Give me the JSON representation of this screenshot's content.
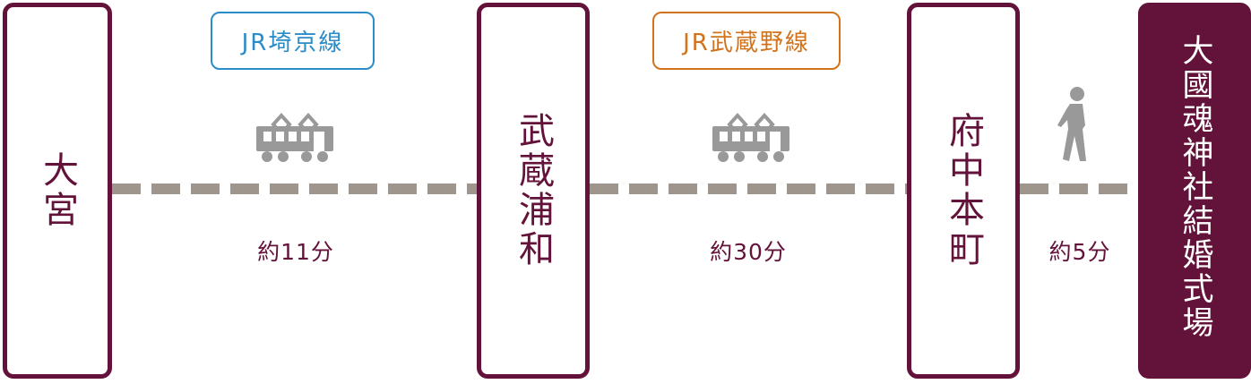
{
  "stations": [
    {
      "name": "大宮"
    },
    {
      "name": "武蔵浦和"
    },
    {
      "name": "府中本町"
    },
    {
      "name": "大國魂神社結婚式場",
      "destination": true
    }
  ],
  "segments": [
    {
      "line": "JR埼京線",
      "line_color": "#2a8cc9",
      "mode_icon": "train-icon",
      "duration": "約11分"
    },
    {
      "line": "JR武蔵野線",
      "line_color": "#d2731c",
      "mode_icon": "train-icon",
      "duration": "約30分"
    },
    {
      "line": "",
      "mode_icon": "walking-person-icon",
      "duration": "約5分"
    }
  ],
  "colors": {
    "station_border": "#63123a",
    "route_line": "#9e958d",
    "icon_gray": "#999999"
  }
}
